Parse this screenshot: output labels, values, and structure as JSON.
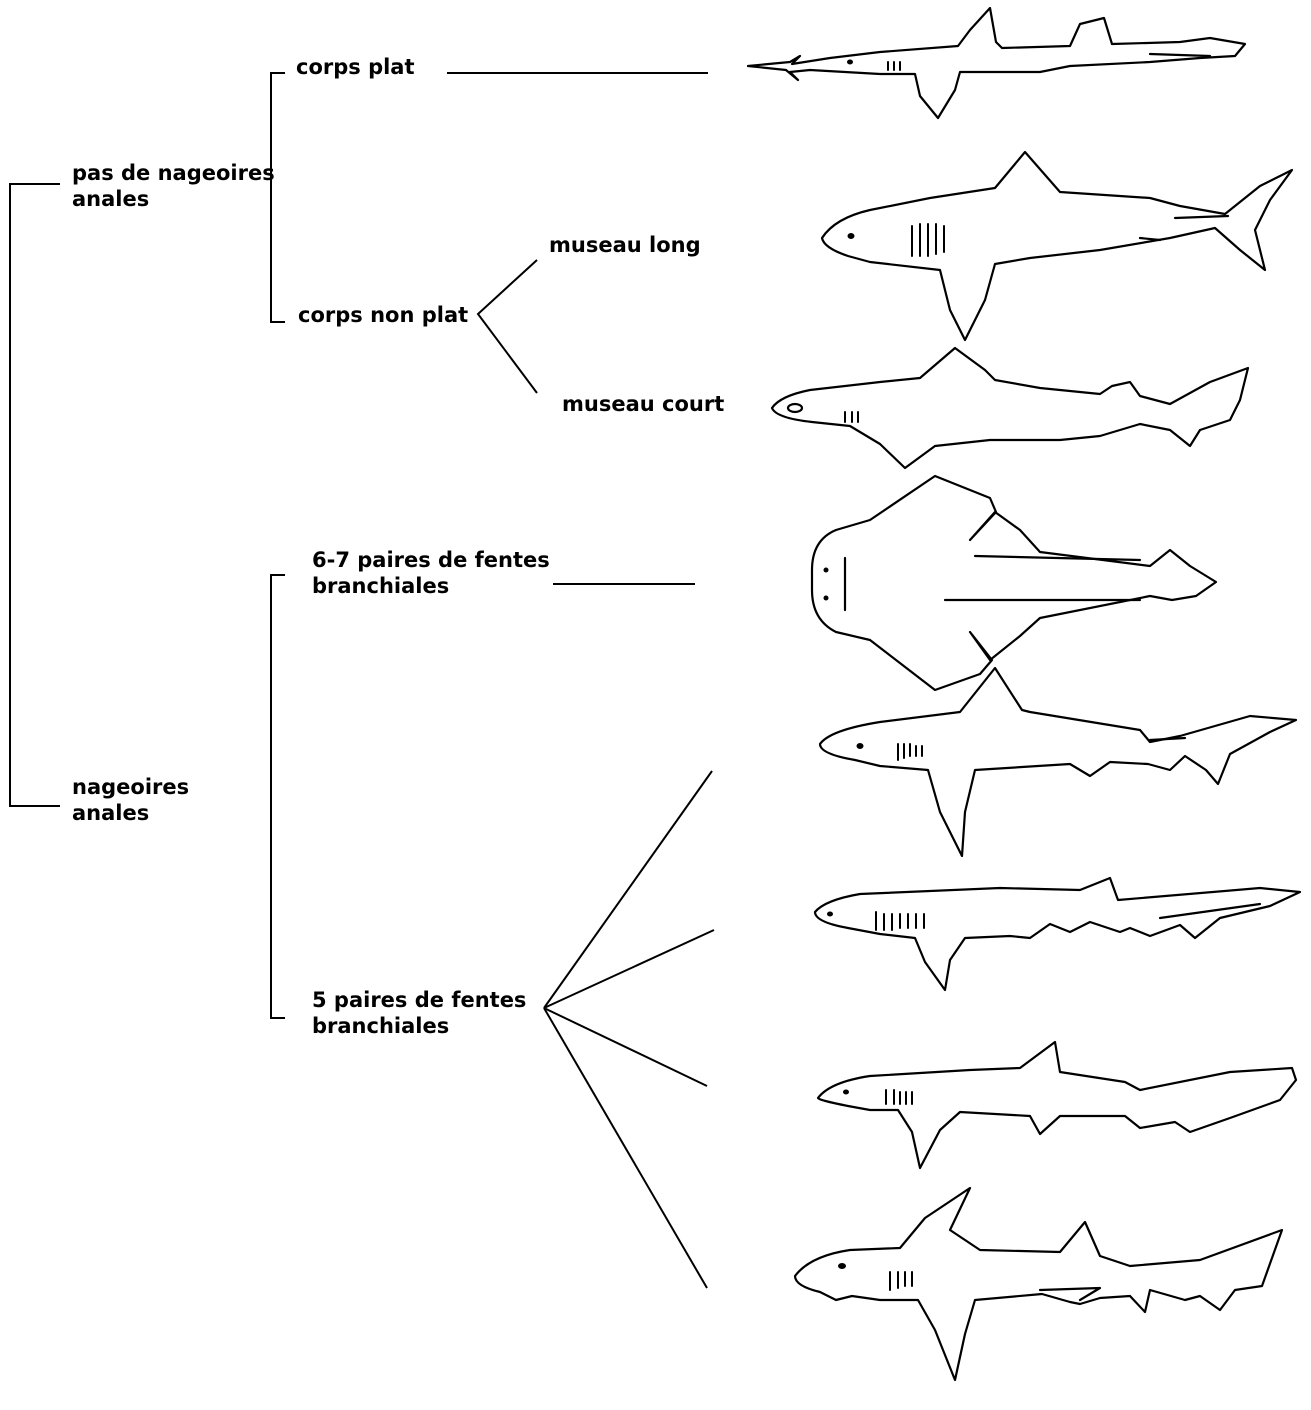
{
  "diagram": {
    "colors": {
      "line": "#000000",
      "background": "#ffffff"
    },
    "nodes": {
      "no_anal_fins": {
        "line1": "pas de nageoires",
        "line2": "anales"
      },
      "anal_fins": {
        "line1": "nageoires",
        "line2": "anales"
      },
      "flat_body": {
        "line1": "corps plat"
      },
      "non_flat_body": {
        "line1": "corps non plat"
      },
      "long_snout": {
        "line1": "museau long"
      },
      "short_snout": {
        "line1": "museau court"
      },
      "gill_6_7": {
        "line1": "6-7 paires de fentes",
        "line2": "branchiales"
      },
      "gill_5": {
        "line1": "5 paires de fentes",
        "line2": "branchiales"
      }
    },
    "illustrations": [
      "sawshark-icon",
      "basking-shark-icon",
      "dogfish-shark-icon",
      "angel-shark-icon",
      "requiem-shark-icon",
      "catshark-icon",
      "houndshark-icon",
      "sand-tiger-shark-icon"
    ]
  }
}
